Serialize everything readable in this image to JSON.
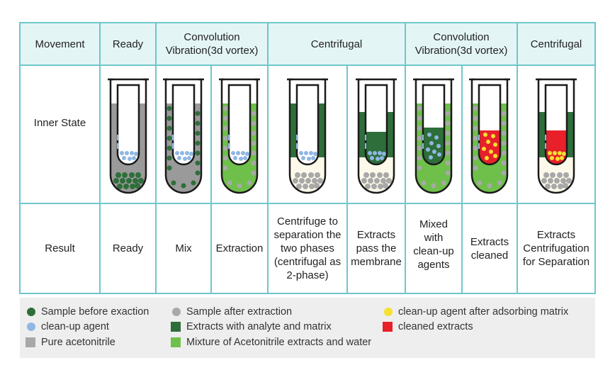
{
  "headers": {
    "movement": "Movement",
    "ready": "Ready",
    "convolution_1": "Convolution\nVibration(3d vortex)",
    "centrifugal_1": "Centrifugal",
    "convolution_2": "Convolution\nVibration(3d vortex)",
    "centrifugal_2": "Centrifugal"
  },
  "rows": {
    "inner_state": "Inner State",
    "result": "Result"
  },
  "results": [
    "Ready",
    "Mix",
    "Extraction",
    "Centrifuge to\nseparation the\ntwo phases\n(centrifugal as\n2-phase)",
    "Extracts\npass the\nmembrane",
    "Mixed\nwith\nclean-up\nagents",
    "Extracts\ncleaned",
    "Extracts\nCentrifugation\nfor Separation"
  ],
  "legend": {
    "sample_before": "Sample before exaction",
    "sample_after": "Sample after extraction",
    "cleanup_after": "clean-up agent after adsorbing matrix",
    "cleanup_agent": "clean-up agent",
    "extracts_analyte": "Extracts with analyte and matrix",
    "cleaned_extracts": "cleaned extracts",
    "pure_acetonitrile": "Pure acetonitrile",
    "mixture": "Mixture of Acetonitrile extracts and water"
  },
  "colors": {
    "table_border": "#6fc7c9",
    "header_bg": "#e4f5f6",
    "dark_green": "#2e6e3a",
    "light_green": "#6ec04a",
    "grey": "#9a9a9a",
    "light_grey": "#a8a8a8",
    "blue": "#8fb7e3",
    "yellow": "#f4e130",
    "red": "#e8202a",
    "cream": "#fdf9ea",
    "tube_outline": "#1a1a1a"
  },
  "tube_states": [
    "pure-acetonitrile-with-sample",
    "mix",
    "extraction",
    "two-phase",
    "pass-membrane",
    "mixed-cleanup",
    "cleaned",
    "centrifuged-cleaned"
  ]
}
